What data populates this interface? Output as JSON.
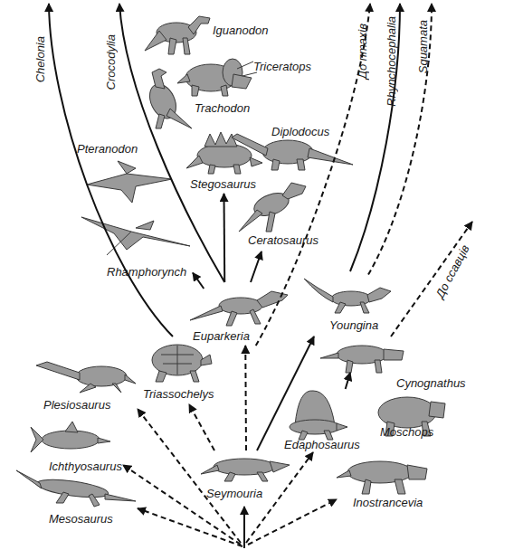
{
  "diagram": {
    "nodes": [
      {
        "text": [
          "Chelonia"
        ]
      },
      {
        "text": [
          "Crocodylia"
        ]
      },
      {
        "text": [
          "Iguanodon"
        ]
      },
      {
        "text": [
          "До птахів"
        ]
      },
      {
        "text": [
          "Rhynchocephalia"
        ]
      },
      {
        "text": [
          "Squamata"
        ]
      },
      {
        "text": [
          "Triceratops"
        ]
      },
      {
        "text": [
          "Trachodon"
        ]
      },
      {
        "text": [
          "Pteranodon"
        ]
      },
      {
        "text": [
          "Stegosaurus"
        ]
      },
      {
        "text": [
          "Diplodocus"
        ]
      },
      {
        "text": [
          "Ceratosaurus"
        ]
      },
      {
        "text": [
          "Rhamphorynch"
        ]
      },
      {
        "text": [
          "До ссавців"
        ]
      },
      {
        "text": [
          "Euparkeria"
        ]
      },
      {
        "text": [
          "Youngina"
        ]
      },
      {
        "text": [
          "Cynognathus"
        ]
      },
      {
        "text": [
          "Triassochelys"
        ]
      },
      {
        "text": [
          "Plesiosaurus"
        ]
      },
      {
        "text": [
          "Moschops"
        ]
      },
      {
        "text": [
          "Edaphosaurus"
        ]
      },
      {
        "text": [
          "Ichthyosaurus"
        ]
      },
      {
        "text": [
          "Seymouria"
        ]
      },
      {
        "text": [
          "Inostrancevia"
        ]
      },
      {
        "text": [
          "Mesosaurus"
        ]
      }
    ],
    "edges": [
      {
        "from": 17,
        "to": 0,
        "arrow": "to"
      },
      {
        "from": 14,
        "to": 1,
        "arrow": "to"
      },
      {
        "from": 14,
        "to": 12,
        "arrow": "to"
      },
      {
        "from": 14,
        "to": 9,
        "arrow": "to"
      },
      {
        "from": 14,
        "to": 11,
        "arrow": "to"
      },
      {
        "from": 14,
        "to": 3,
        "arrow": "to"
      },
      {
        "from": 15,
        "to": 4,
        "arrow": "to"
      },
      {
        "from": 15,
        "to": 5,
        "arrow": "to"
      },
      {
        "from": 16,
        "to": 13,
        "arrow": "to"
      },
      {
        "from": 20,
        "to": 16,
        "arrow": "to"
      },
      {
        "from": 22,
        "to": 17,
        "arrow": "to"
      },
      {
        "from": 22,
        "to": 14,
        "arrow": "to"
      },
      {
        "from": 22,
        "to": 15,
        "arrow": "to"
      }
    ]
  }
}
